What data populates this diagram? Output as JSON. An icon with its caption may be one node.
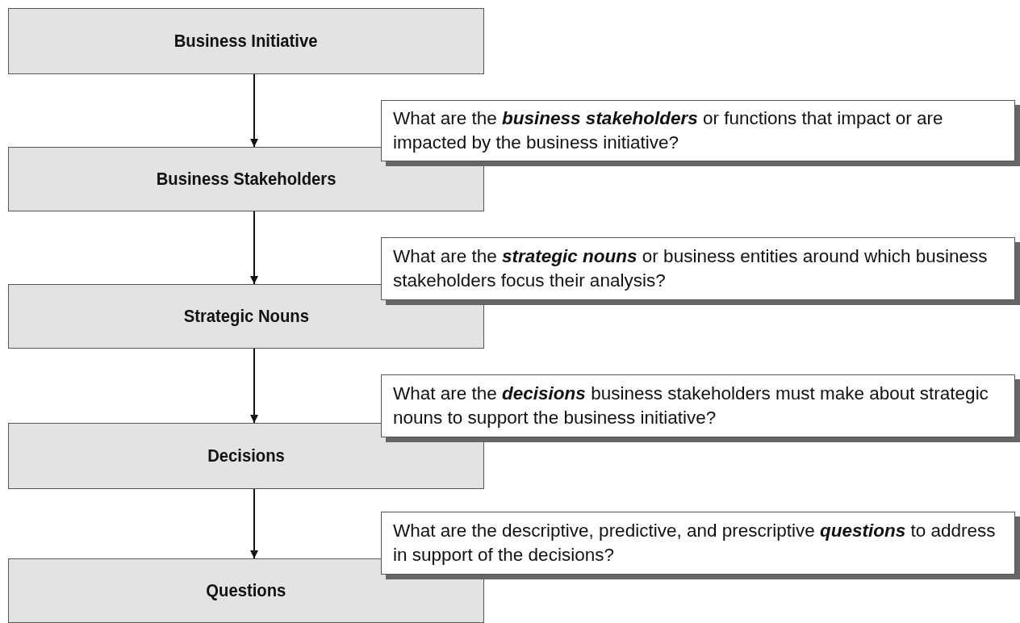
{
  "diagram": {
    "nodes": [
      {
        "text": [
          "Business Initiative"
        ]
      },
      {
        "text": [
          "What are the **business stakeholders** or functions that impact or are impacted by the business initiative?"
        ]
      },
      {
        "text": [
          "Business Stakeholders"
        ]
      },
      {
        "text": [
          "What are the **strategic nouns** or business entities around which business stakeholders focus their analysis?"
        ]
      },
      {
        "text": [
          "Strategic Nouns"
        ]
      },
      {
        "text": [
          "What are the **decisions** business stakeholders must make about strategic nouns to support the business initiative?"
        ]
      },
      {
        "text": [
          "Decisions"
        ]
      },
      {
        "text": [
          "What are the descriptive, predictive, and prescriptive **questions** to address in support of the decisions?"
        ]
      },
      {
        "text": [
          "Questions"
        ]
      }
    ],
    "edges": [
      {
        "from": 0,
        "to": 2,
        "arrow": "to"
      },
      {
        "from": 2,
        "to": 4,
        "arrow": "to"
      },
      {
        "from": 4,
        "to": 6,
        "arrow": "to"
      },
      {
        "from": 6,
        "to": 8,
        "arrow": "to"
      }
    ]
  }
}
